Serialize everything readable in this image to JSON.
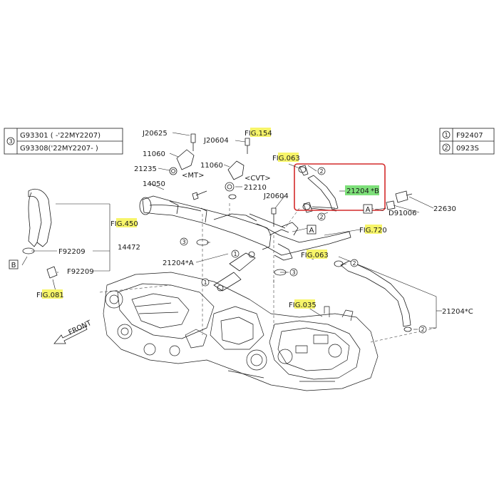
{
  "legend_left": {
    "circle_num": "3",
    "rows": [
      "G93301 ( -'22MY2207)",
      "G93308('22MY2207- )"
    ]
  },
  "legend_right": {
    "rows": [
      {
        "circle": "1",
        "code": "F92407"
      },
      {
        "circle": "2",
        "code": "0923S"
      }
    ]
  },
  "fig_refs": {
    "fig154": {
      "pre": "F",
      "hl": "IG.15",
      "post": "4"
    },
    "fig063a": {
      "pre": "F",
      "hl": "IG.06",
      "post": "3"
    },
    "fig450": {
      "pre": "F",
      "hl": "IG.45",
      "post": "0"
    },
    "fig720": {
      "pre": "F",
      "hl": "IG.7",
      "post": "20"
    },
    "fig063b": {
      "pre": "F",
      "hl": "IG.06",
      "post": "3"
    },
    "fig081": {
      "pre": "F",
      "hl": "IG.08",
      "post": "1"
    },
    "fig035": {
      "pre": "F",
      "hl": "IG.03",
      "post": "5"
    }
  },
  "part_labels": {
    "j20625": "J20625",
    "j20604_top": "J20604",
    "p11060_a": "11060",
    "p11060_b": "11060",
    "p21235": "21235",
    "mt": "<MT>",
    "cvt": "<CVT>",
    "p21210": "21210",
    "p14050": "14050",
    "j20604_mid": "J20604",
    "f92209_a": "F92209",
    "f92209_b": "F92209",
    "p14472": "14472",
    "p21204a": "21204*A",
    "p22630": "22630",
    "d91006": "D91006",
    "p21204c": "21204*C",
    "front": "FRONT"
  },
  "highlight_part": {
    "main": "21204",
    "suffix": "*B"
  },
  "ref_boxes": {
    "a": "A",
    "b": "B"
  },
  "callouts": {
    "one": "1",
    "two": "2",
    "three": "3"
  },
  "colors": {
    "highlight_yellow": "#f7f56a",
    "highlight_green": "#7ee07a",
    "focus_box_red": "#d42a2a",
    "line_dark": "#1a1a1a"
  },
  "icons": [
    "front-arrow-icon",
    "hose-b-icon",
    "coolant-pipe-icon",
    "engine-block-icon",
    "hose-a-icon",
    "hose-c-icon",
    "hose-14472-icon"
  ]
}
